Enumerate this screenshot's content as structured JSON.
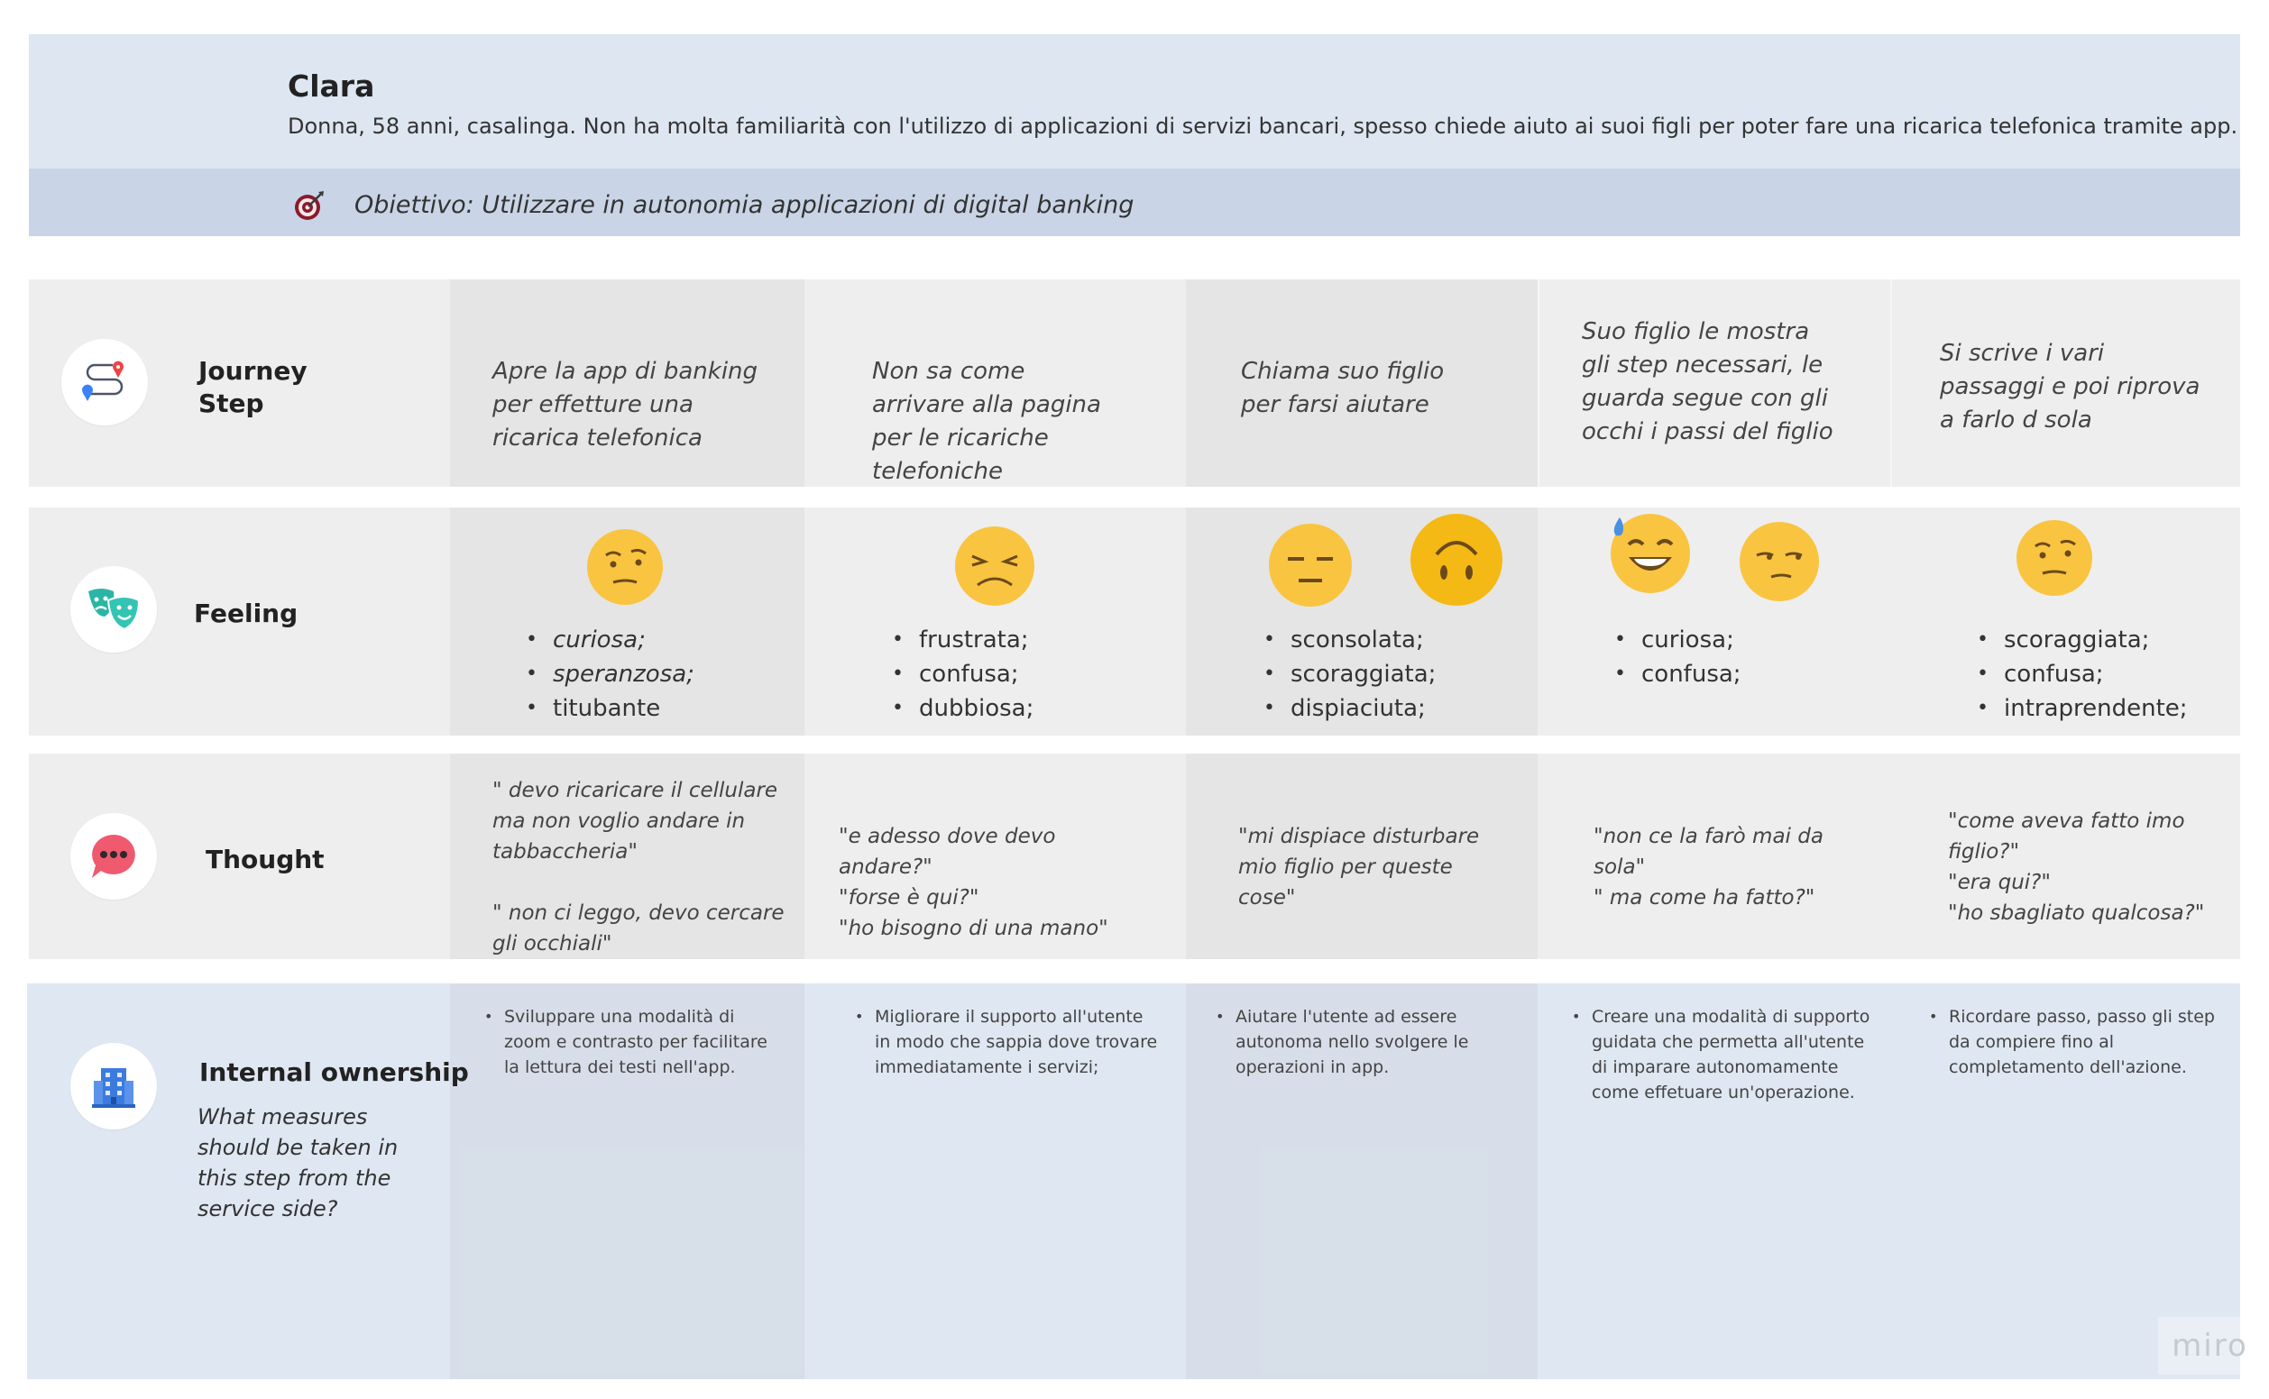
{
  "persona": {
    "name": "Clara",
    "description": "Donna, 58 anni, casalinga. Non ha molta familiarità con l'utilizzo di applicazioni di servizi bancari, spesso chiede aiuto ai suoi figli per poter fare una ricarica telefonica  tramite app.",
    "goal": "Obiettivo: Utilizzare in autonomia applicazioni di digital banking"
  },
  "rows": {
    "journey": {
      "label_line1": "Journey",
      "label_line2": "Step",
      "icon": "route-icon"
    },
    "feeling": {
      "label": "Feeling",
      "icon": "theater-masks-icon"
    },
    "thought": {
      "label": "Thought",
      "icon": "speech-bubble-icon"
    },
    "ownership": {
      "label": "Internal ownership",
      "subtitle": "What measures should be taken in this step from the service side?",
      "icon": "office-building-icon"
    }
  },
  "steps": [
    {
      "journey": "Apre la app di banking per effetture una ricarica telefonica",
      "emojis": [
        "raised-eyebrow-face-icon"
      ],
      "feelings": [
        "curiosa;",
        "speranzosa;",
        "titubante"
      ],
      "thought": "\" devo ricaricare il cellulare ma non voglio andare in tabbaccheria\"\n\n\" non ci leggo, devo cercare gli occhiali\"",
      "ownership": "Sviluppare una modalità di zoom e contrasto per facilitare la lettura dei testi nell'app."
    },
    {
      "journey": "Non sa come arrivare alla pagina per le ricariche telefoniche",
      "emojis": [
        "persevering-face-icon"
      ],
      "feelings": [
        "frustrata;",
        "confusa;",
        "dubbiosa;"
      ],
      "thought": "\"e adesso dove devo andare?\"\n\"forse è qui?\"\n\"ho bisogno di una mano\"",
      "ownership": "Migliorare il supporto all'utente in modo che  sappia dove trovare immediatamente i servizi;"
    },
    {
      "journey": "Chiama suo figlio per farsi aiutare",
      "emojis": [
        "expressionless-face-icon",
        "upside-down-face-icon"
      ],
      "feelings": [
        "sconsolata;",
        "scoraggiata;",
        "dispiaciuta;"
      ],
      "thought": "\"mi dispiace disturbare mio figlio per queste cose\"",
      "ownership": "Aiutare l'utente ad essere autonoma nello svolgere le operazioni in app."
    },
    {
      "journey": "Suo figlio le mostra gli step necessari, le guarda segue con gli occhi i passi del figlio",
      "emojis": [
        "grinning-sweat-face-icon",
        "unamused-face-icon"
      ],
      "feelings": [
        "curiosa;",
        "confusa;"
      ],
      "thought": "\"non ce la farò mai da sola\"\n\" ma come ha fatto?\"",
      "ownership": "Creare una modalità di supporto guidata che permetta all'utente di imparare autonomamente come effetuare un'operazione."
    },
    {
      "journey": "Si scrive i vari passaggi e poi riprova a farlo d sola",
      "emojis": [
        "raised-eyebrow-face-icon"
      ],
      "feelings": [
        "scoraggiata;",
        "confusa;",
        "intraprendente;"
      ],
      "thought": "\"come aveva fatto imo figlio?\"\n\"era qui?\"\n\"ho sbagliato qualcosa?\"",
      "ownership": "Ricordare passo, passo gli step da compiere fino al completamento dell'azione."
    }
  ],
  "watermark": "miro",
  "colors": {
    "emoji_yellow": "#f9c440",
    "persona_bg": "#dde6f1",
    "goal_bg": "#c9d5e6",
    "ownership_bg": "#dfe7f2",
    "grey_band": "#eeeeee"
  }
}
